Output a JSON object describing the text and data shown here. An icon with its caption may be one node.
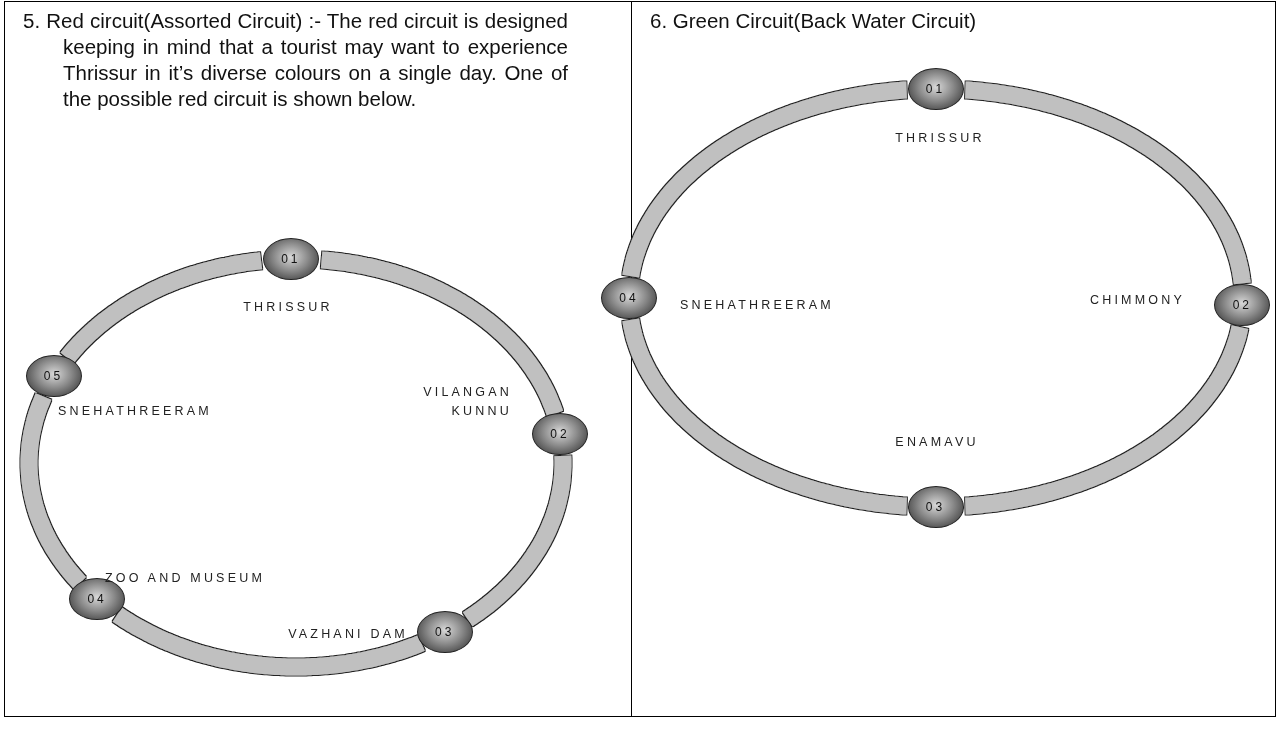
{
  "diagram": {
    "nodes": [
      {
        "text": [
          "5. Red circuit(Assorted Circuit) :- The red circuit is designed keeping in mind that a tourist may want to experience Thrissur in it’s diverse colours on a single day. One of the possible red circuit is shown below."
        ]
      },
      {
        "text": [
          "01"
        ],
        "in": 0,
        "beside": [
          "THRISSUR"
        ]
      },
      {
        "text": [
          "02"
        ],
        "in": 0,
        "beside": [
          "VILANGAN KUNNU"
        ]
      },
      {
        "text": [
          "03"
        ],
        "in": 0,
        "beside": [
          "VAZHANI DAM"
        ]
      },
      {
        "text": [
          "04"
        ],
        "in": 0,
        "beside": [
          "ZOO AND MUSEUM"
        ]
      },
      {
        "text": [
          "05"
        ],
        "in": 0,
        "beside": [
          "SNEHATHREERAM"
        ]
      },
      {
        "text": [
          "6. Green Circuit(Back Water Circuit)"
        ]
      },
      {
        "text": [
          "01"
        ],
        "in": 6,
        "beside": [
          "THRISSUR"
        ]
      },
      {
        "text": [
          "02"
        ],
        "in": 6,
        "beside": [
          "CHIMMONY"
        ]
      },
      {
        "text": [
          "03"
        ],
        "in": 6,
        "beside": [
          "ENAMAVU"
        ]
      },
      {
        "text": [
          "04"
        ],
        "beside": [
          "SNEHATHREERAM"
        ]
      }
    ],
    "edges": [
      {
        "from": 1,
        "to": 2,
        "arrow": "none"
      },
      {
        "from": 2,
        "to": 3,
        "arrow": "none"
      },
      {
        "from": 3,
        "to": 4,
        "arrow": "none"
      },
      {
        "from": 4,
        "to": 5,
        "arrow": "none"
      },
      {
        "from": 5,
        "to": 1,
        "arrow": "none"
      },
      {
        "from": 7,
        "to": 8,
        "arrow": "none"
      },
      {
        "from": 8,
        "to": 9,
        "arrow": "none"
      },
      {
        "from": 9,
        "to": 10,
        "arrow": "none"
      },
      {
        "from": 10,
        "to": 7,
        "arrow": "none"
      }
    ]
  }
}
